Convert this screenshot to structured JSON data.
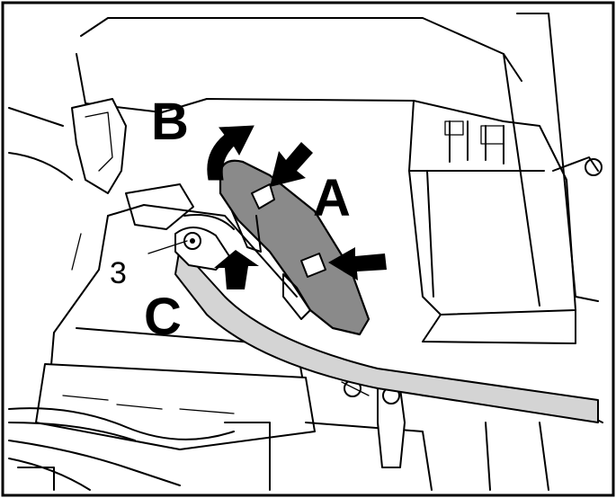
{
  "callouts": {
    "a": "A",
    "b": "B",
    "c": "C",
    "part_number": "3"
  },
  "colors": {
    "line": "#000000",
    "background": "#ffffff",
    "cover_fill": "#8a8a8a",
    "cable_fill": "#d4d4d4"
  }
}
